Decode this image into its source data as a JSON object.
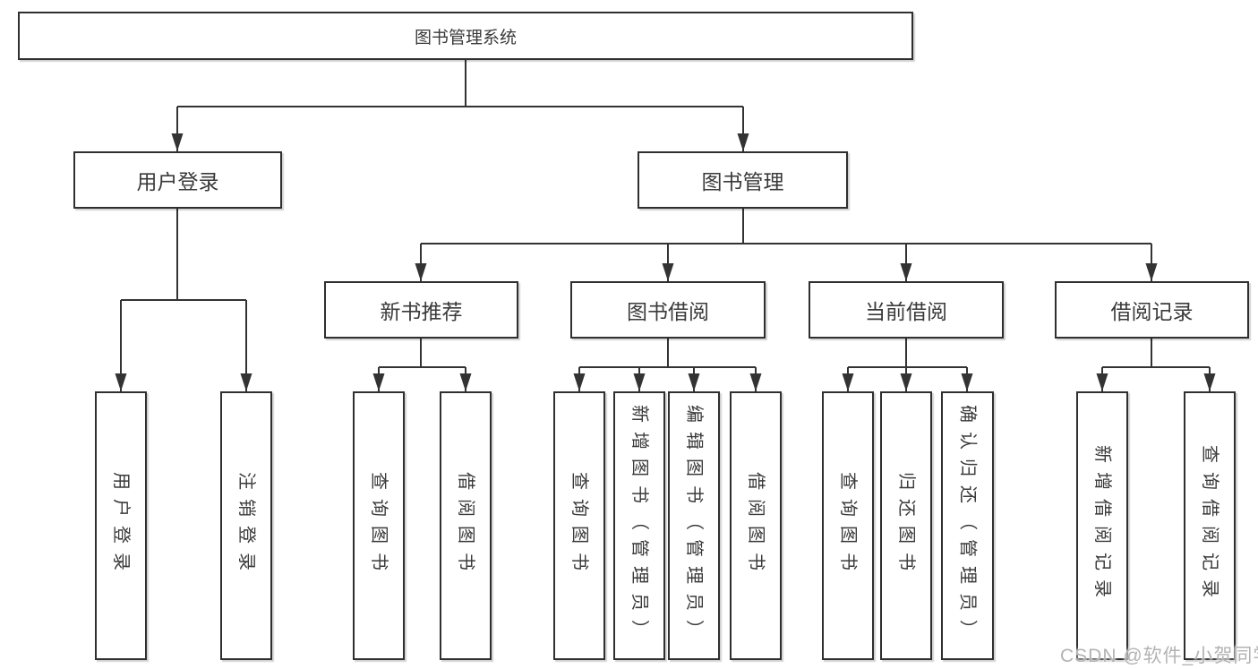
{
  "diagram": {
    "root": {
      "label": "图书管理系统"
    },
    "level2": [
      {
        "label": "用户登录"
      },
      {
        "label": "图书管理"
      }
    ],
    "level3": [
      {
        "label": "新书推荐"
      },
      {
        "label": "图书借阅"
      },
      {
        "label": "当前借阅"
      },
      {
        "label": "借阅记录"
      }
    ],
    "leaves": [
      {
        "label": "用户登录"
      },
      {
        "label": "注销登录"
      },
      {
        "label": "查询图书"
      },
      {
        "label": "借阅图书"
      },
      {
        "label": "查询图书"
      },
      {
        "label": "新增图书（管理员）"
      },
      {
        "label": "编辑图书（管理员）"
      },
      {
        "label": "借阅图书"
      },
      {
        "label": "查询图书"
      },
      {
        "label": "归还图书"
      },
      {
        "label": "确认归还（管理员）"
      },
      {
        "label": "新增借阅记录"
      },
      {
        "label": "查询借阅记录"
      }
    ]
  },
  "watermark": {
    "text": "CSDN @软件_小贺同学"
  },
  "colors": {
    "line": "#333333",
    "box_border": "#2f2f2f",
    "text": "#3a3a3a",
    "watermark": "#b3b3b3",
    "background": "#ffffff"
  }
}
